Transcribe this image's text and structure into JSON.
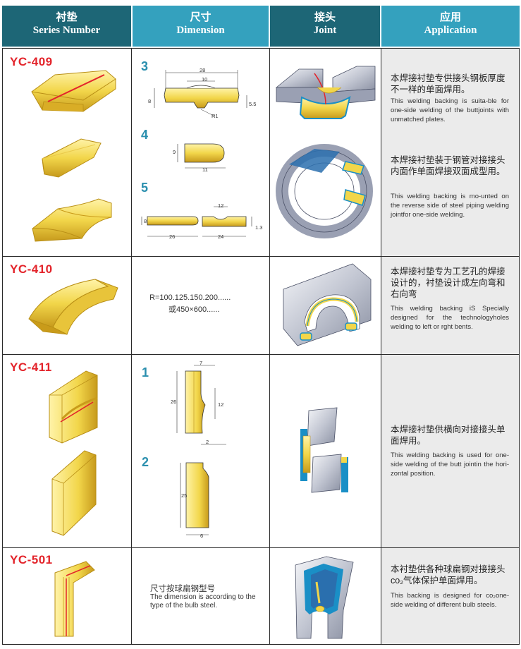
{
  "headers": [
    {
      "zh": "衬垫",
      "en": "Series Number"
    },
    {
      "zh": "尺寸",
      "en": "Dimension"
    },
    {
      "zh": "接头",
      "en": "Joint"
    },
    {
      "zh": "应用",
      "en": "Application"
    }
  ],
  "rows": [
    {
      "code": "YC-409",
      "dims": {
        "n3": "3",
        "n4": "4",
        "n5": "5",
        "d3": {
          "a": "28",
          "b": "10",
          "c": "8",
          "d": "5.5",
          "r": "R1"
        },
        "d4": {
          "a": "9",
          "b": "11"
        },
        "d5": {
          "a": "8",
          "b": "26",
          "c": "12",
          "d": "24",
          "e": "1.3"
        }
      },
      "apps": [
        {
          "zh": "本焊接衬垫专供接头钢板厚度不一样的单面焊用。",
          "en": "This welding backing is suita-ble for one-side welding of the buttjoints with unmatched plates."
        },
        {
          "zh": "本焊接衬垫装于钢管对接接头内面作单面焊接双面成型用。",
          "en": "This welding backing is mo-unted on the reverse side of steel piping welding jointfor one-side welding."
        }
      ]
    },
    {
      "code": "YC-410",
      "dim_text1": "R=100.125.150.200......",
      "dim_text2": "或450×600......",
      "apps": [
        {
          "zh": "本焊接衬垫专为工艺孔的焊接设计的，衬垫设计成左向弯和右向弯",
          "en": "This welding backing iS Specially designed for the technologyholes welding to left or rght bents."
        }
      ]
    },
    {
      "code": "YC-411",
      "dims": {
        "n1": "1",
        "n2": "2",
        "d1": {
          "a": "7",
          "b": "26",
          "c": "12",
          "d": "2"
        },
        "d2": {
          "a": "25",
          "b": "6"
        }
      },
      "apps": [
        {
          "zh": "本焊接衬垫供横向对接接头单面焊用。",
          "en": "This welding backing is used for one-side welding of the butt jointin the hori-zontal position."
        }
      ]
    },
    {
      "code": "YC-501",
      "dim_zh": "尺寸按球扁钢型号",
      "dim_en": "The dimension is according to the type of the bulb steel.",
      "apps": [
        {
          "zh": "本衬垫供各种球扁钢对接接头co₂气体保护单面焊用。",
          "en": "This backing is designed for co₂one-side welding of different bulb steels."
        }
      ]
    }
  ],
  "colors": {
    "header_dark": "#1d6676",
    "header_light": "#34a1be",
    "code_red": "#e3242b",
    "number_blue": "#2a8fae",
    "ceramic_yellow": "#f2d64a"
  }
}
